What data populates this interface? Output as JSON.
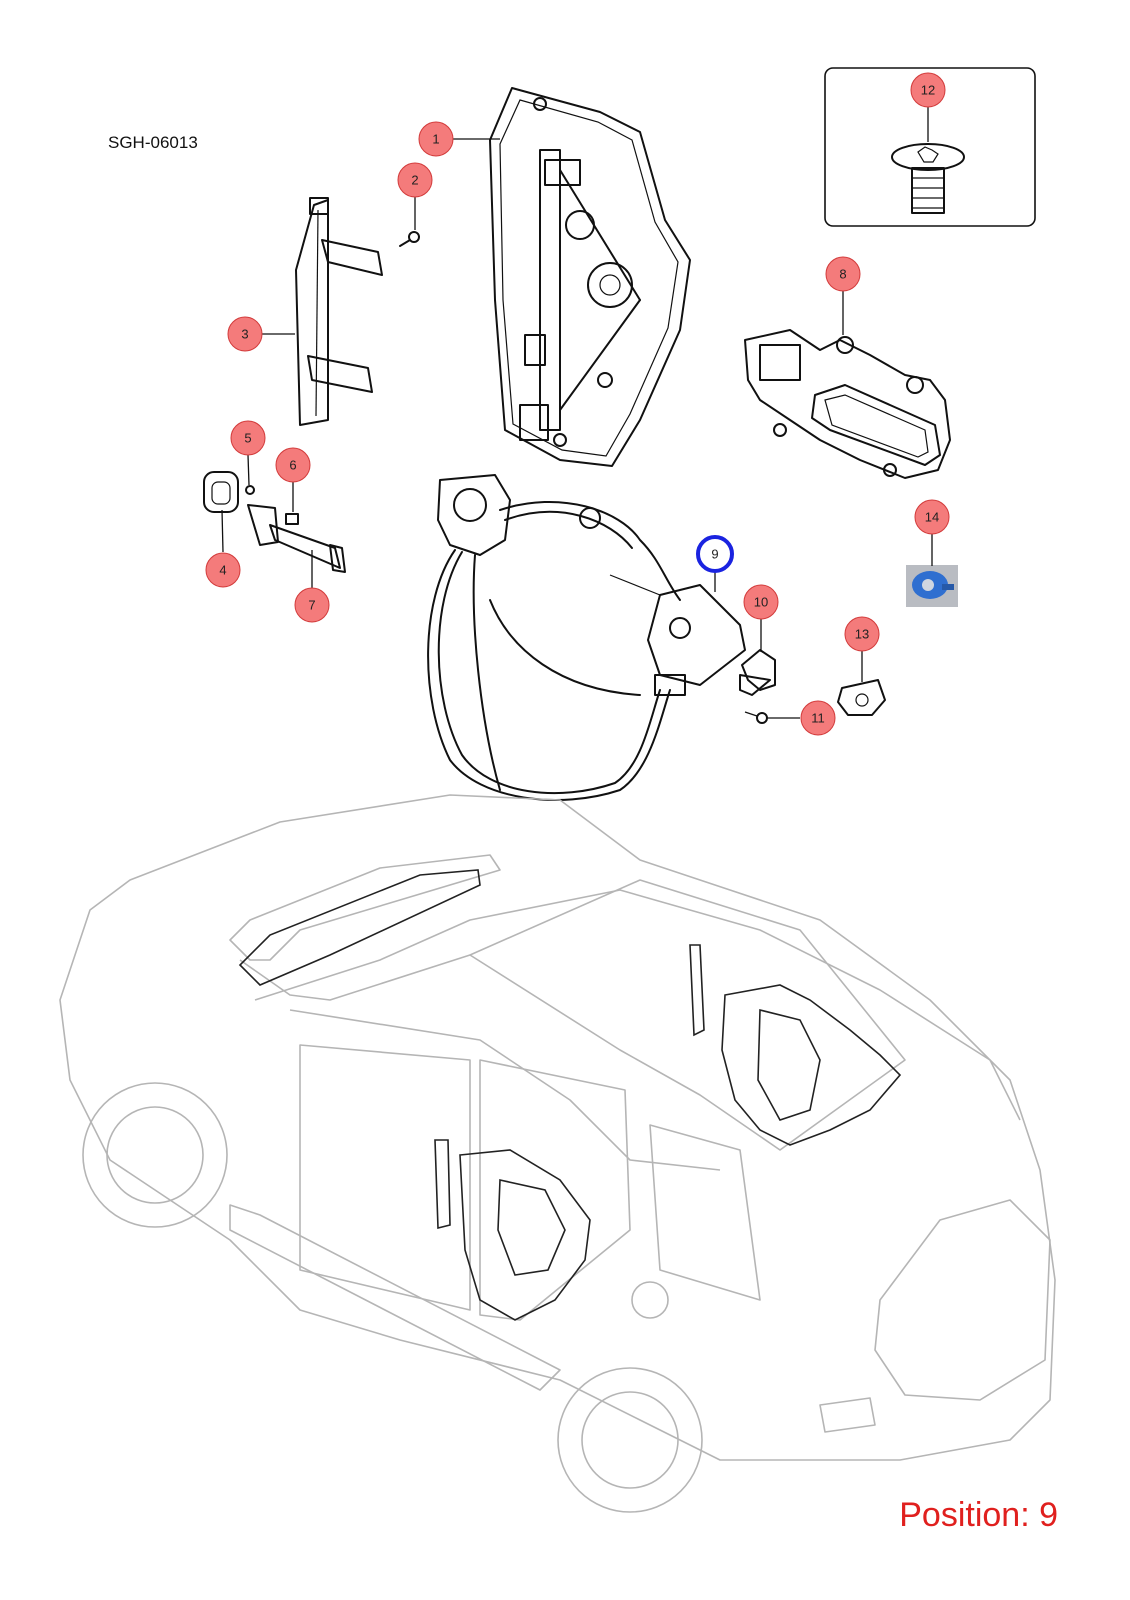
{
  "diagram_code": "SGH-06013",
  "position_label": "Position: 9",
  "selected_callout": "9",
  "colors": {
    "callout_fill": "#f47b7b",
    "callout_stroke": "#d23a3a",
    "highlight_stroke": "#1a23e0",
    "position_text": "#e0201e",
    "car_outline": "#b5b5b5",
    "part_outline": "#111111"
  },
  "callouts": [
    {
      "id": "1",
      "label": "1"
    },
    {
      "id": "2",
      "label": "2"
    },
    {
      "id": "3",
      "label": "3"
    },
    {
      "id": "4",
      "label": "4"
    },
    {
      "id": "5",
      "label": "5"
    },
    {
      "id": "6",
      "label": "6"
    },
    {
      "id": "7",
      "label": "7"
    },
    {
      "id": "8",
      "label": "8"
    },
    {
      "id": "9",
      "label": "9"
    },
    {
      "id": "10",
      "label": "10"
    },
    {
      "id": "11",
      "label": "11"
    },
    {
      "id": "12",
      "label": "12"
    },
    {
      "id": "13",
      "label": "13"
    },
    {
      "id": "14",
      "label": "14"
    }
  ]
}
